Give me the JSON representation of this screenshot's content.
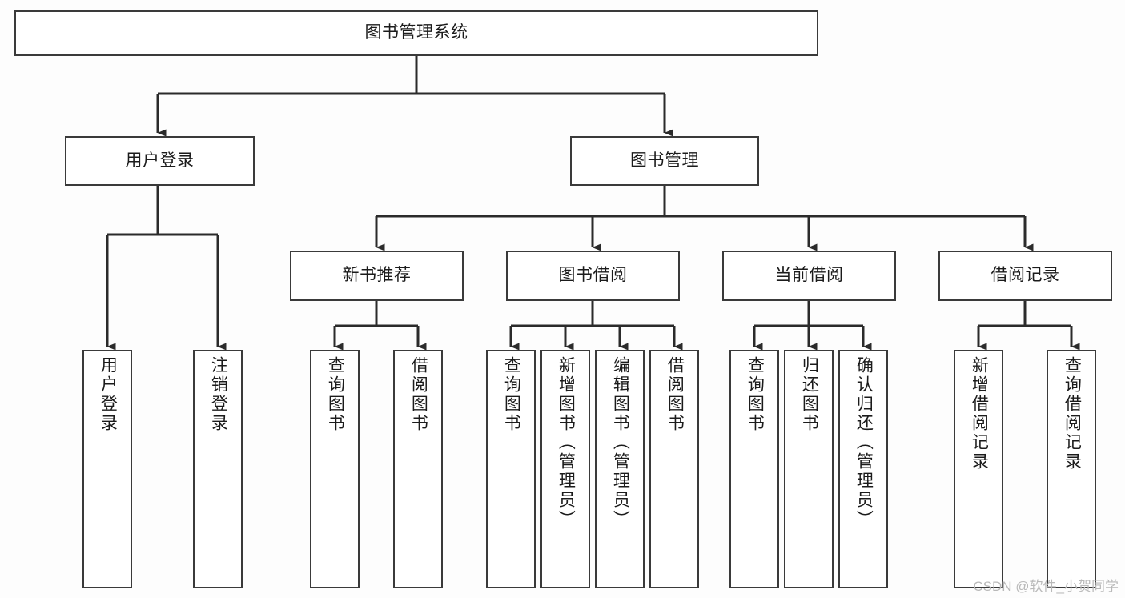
{
  "diagram": {
    "type": "hierarchy-tree",
    "title": "图书管理系统",
    "watermark": "CSDN @软件_小贺同学",
    "colors": {
      "box_border": "#3a3a3a",
      "box_fill": "#ffffff",
      "connector": "#2b2b2b",
      "text": "#1b1b1b",
      "watermark": "#b9b9b9",
      "background": "#fdfdfd"
    },
    "root": {
      "label": "图书管理系统"
    },
    "level1": [
      {
        "label": "用户登录"
      },
      {
        "label": "图书管理"
      }
    ],
    "level2": [
      {
        "label": "新书推荐"
      },
      {
        "label": "图书借阅"
      },
      {
        "label": "当前借阅"
      },
      {
        "label": "借阅记录"
      }
    ],
    "leaves": {
      "user_login": [
        {
          "label": "用户登录"
        },
        {
          "label": "注销登录"
        }
      ],
      "new_book_recommend": [
        {
          "label": "查询图书"
        },
        {
          "label": "借阅图书"
        }
      ],
      "book_borrow": [
        {
          "label": "查询图书"
        },
        {
          "label": "新增图书（管理员）"
        },
        {
          "label": "编辑图书（管理员）"
        },
        {
          "label": "借阅图书"
        }
      ],
      "current_borrow": [
        {
          "label": "查询图书"
        },
        {
          "label": "归还图书"
        },
        {
          "label": "确认归还（管理员）"
        }
      ],
      "borrow_record": [
        {
          "label": "新增借阅记录"
        },
        {
          "label": "查询借阅记录"
        }
      ]
    }
  }
}
